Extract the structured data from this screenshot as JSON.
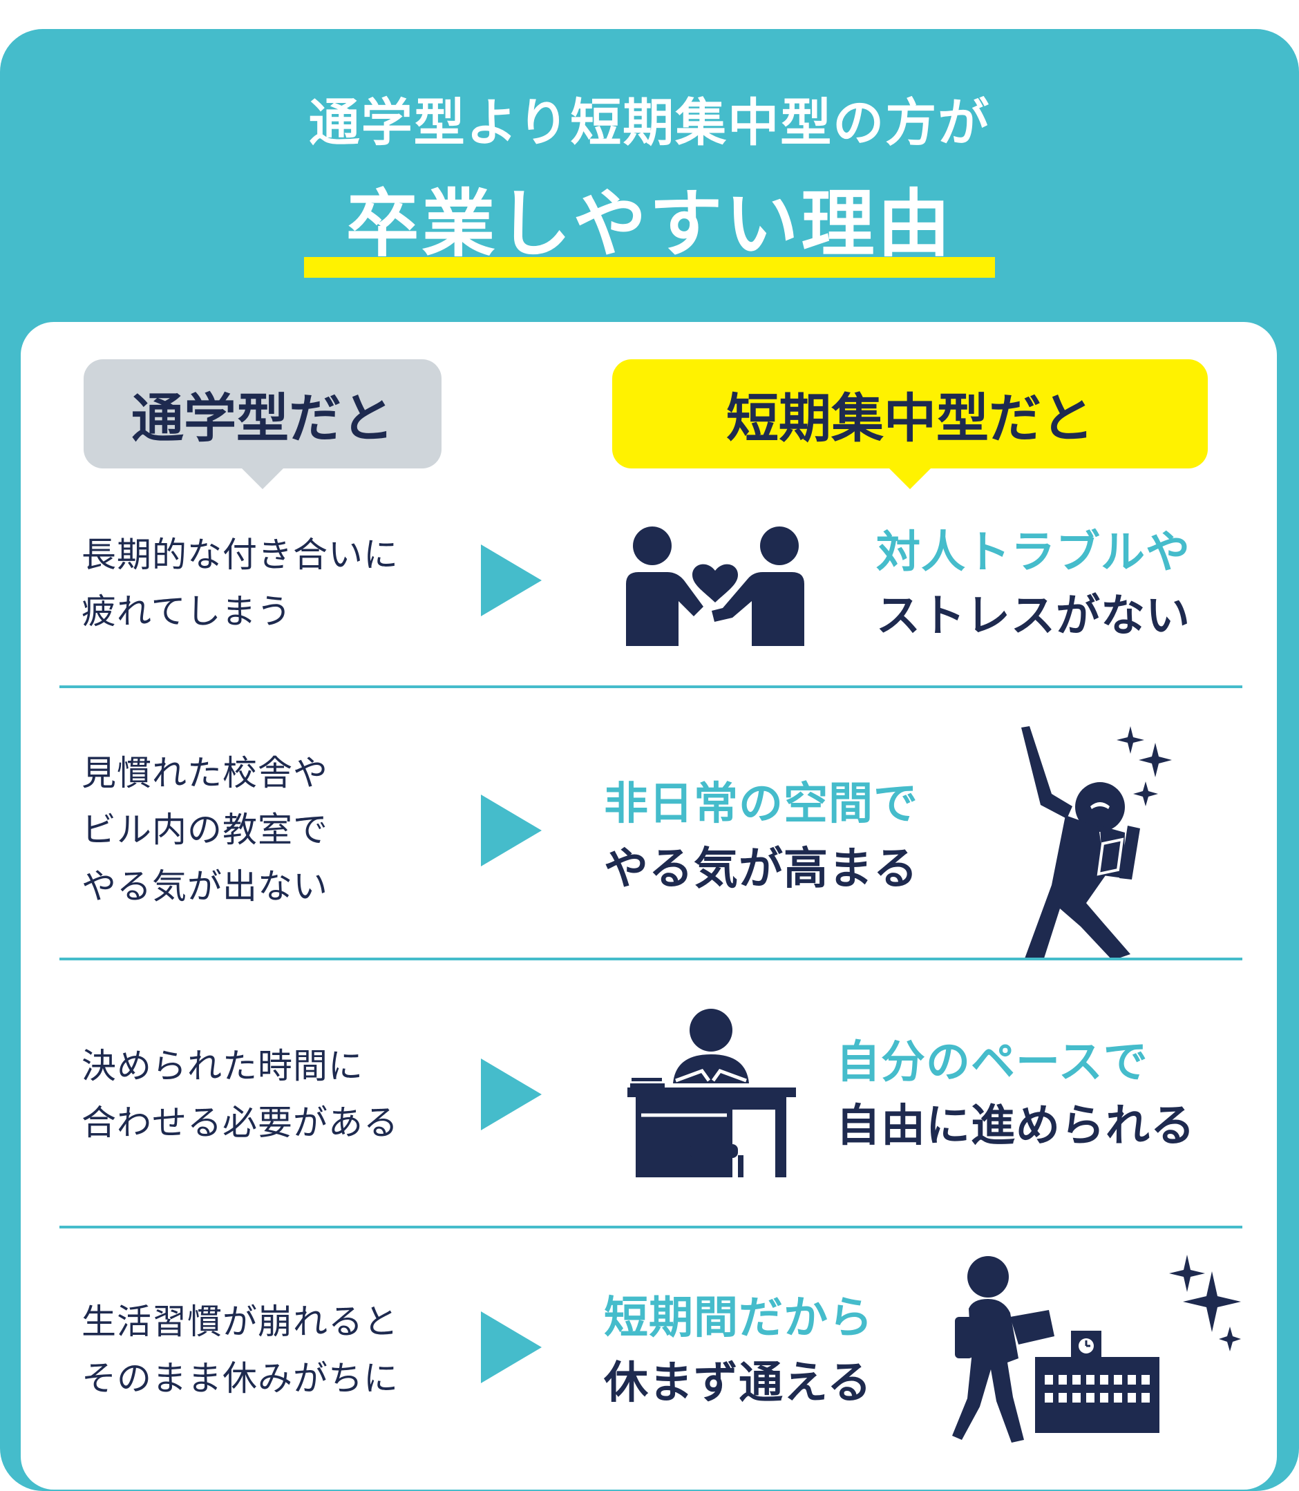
{
  "header": {
    "title_line1": "通学型より短期集中型の方が",
    "title_line2": "卒業しやすい理由"
  },
  "columns": {
    "left_label": "通学型だと",
    "right_label": "短期集中型だと"
  },
  "rows": [
    {
      "left_lines": [
        "長期的な付き合いに",
        "疲れてしまう"
      ],
      "right_highlight": "対人トラブルや",
      "right_main": "ストレスがない",
      "icon": "two-people-heart-icon"
    },
    {
      "left_lines": [
        "見慣れた校舎や",
        "ビル内の教室で",
        "やる気が出ない"
      ],
      "right_highlight": "非日常の空間で",
      "right_main": "やる気が高まる",
      "icon": "motivated-student-icon"
    },
    {
      "left_lines": [
        "決められた時間に",
        "合わせる必要がある"
      ],
      "right_highlight": "自分のペースで",
      "right_main": "自由に進められる",
      "icon": "student-at-desk-icon"
    },
    {
      "left_lines": [
        "生活習慣が崩れると",
        "そのまま休みがちに"
      ],
      "right_highlight": "短期間だから",
      "right_main": "休まず通える",
      "icon": "student-walking-to-school-icon"
    }
  ],
  "colors": {
    "teal": "#45bccb",
    "navy": "#1e2a4f",
    "yellow": "#fff200",
    "gray": "#cfd5da"
  }
}
